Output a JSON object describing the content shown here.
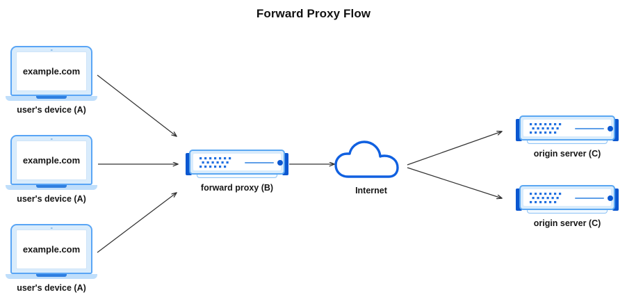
{
  "title": "Forward Proxy Flow",
  "theme": {
    "background": "#ffffff",
    "title_color": "#111111",
    "label_color": "#161616",
    "device_blue": "#59a5f5",
    "device_fill": "#d9ecfc",
    "accent_blue": "#0b57d0",
    "cloud_stroke": "#1060e0",
    "arrow_color": "#333333"
  },
  "nodes": {
    "clients": [
      {
        "screen_text": "example.com",
        "label": "user's device (A)",
        "icon": "laptop-icon"
      },
      {
        "screen_text": "example.com",
        "label": "user's device (A)",
        "icon": "laptop-icon"
      },
      {
        "screen_text": "example.com",
        "label": "user's device (A)",
        "icon": "laptop-icon"
      }
    ],
    "proxy": {
      "label": "forward proxy (B)",
      "icon": "server-icon"
    },
    "internet": {
      "label": "Internet",
      "icon": "cloud-icon"
    },
    "origins": [
      {
        "label": "origin server (C)",
        "icon": "server-icon"
      },
      {
        "label": "origin server (C)",
        "icon": "server-icon"
      }
    ]
  },
  "flow": {
    "edges": [
      {
        "from": "user's device (A)",
        "to": "forward proxy (B)",
        "direction": "forward"
      },
      {
        "from": "user's device (A)",
        "to": "forward proxy (B)",
        "direction": "forward"
      },
      {
        "from": "user's device (A)",
        "to": "forward proxy (B)",
        "direction": "forward"
      },
      {
        "from": "forward proxy (B)",
        "to": "Internet",
        "direction": "forward"
      },
      {
        "from": "Internet",
        "to": "origin server (C)",
        "direction": "forward"
      },
      {
        "from": "Internet",
        "to": "origin server (C)",
        "direction": "forward"
      }
    ]
  }
}
